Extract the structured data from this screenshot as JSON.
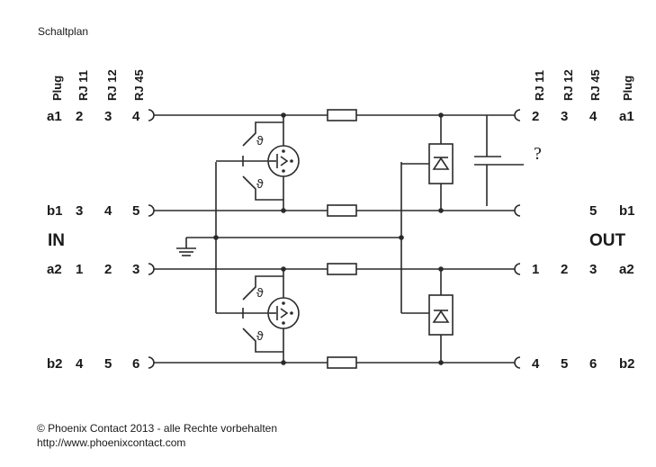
{
  "title": "Schaltplan",
  "in_label": "IN",
  "out_label": "OUT",
  "left_headers": [
    "Plug",
    "RJ 11",
    "RJ 12",
    "RJ 45"
  ],
  "right_headers": [
    "RJ 11",
    "RJ 12",
    "RJ 45",
    "Plug"
  ],
  "left_pins": [
    [
      "a1",
      "2",
      "3",
      "4"
    ],
    [
      "b1",
      "3",
      "4",
      "5"
    ],
    [
      "a2",
      "1",
      "2",
      "3"
    ],
    [
      "b2",
      "4",
      "5",
      "6"
    ]
  ],
  "right_pins": [
    [
      "2",
      "3",
      "4",
      "a1"
    ],
    [
      "",
      "",
      "5",
      "b1"
    ],
    [
      "1",
      "2",
      "3",
      "a2"
    ],
    [
      "4",
      "5",
      "6",
      "b2"
    ]
  ],
  "annotation": "?",
  "theta": "ϑ",
  "footer": {
    "copyright": "© Phoenix Contact 2013 - alle Rechte vorbehalten",
    "url": "http://www.phoenixcontact.com"
  }
}
